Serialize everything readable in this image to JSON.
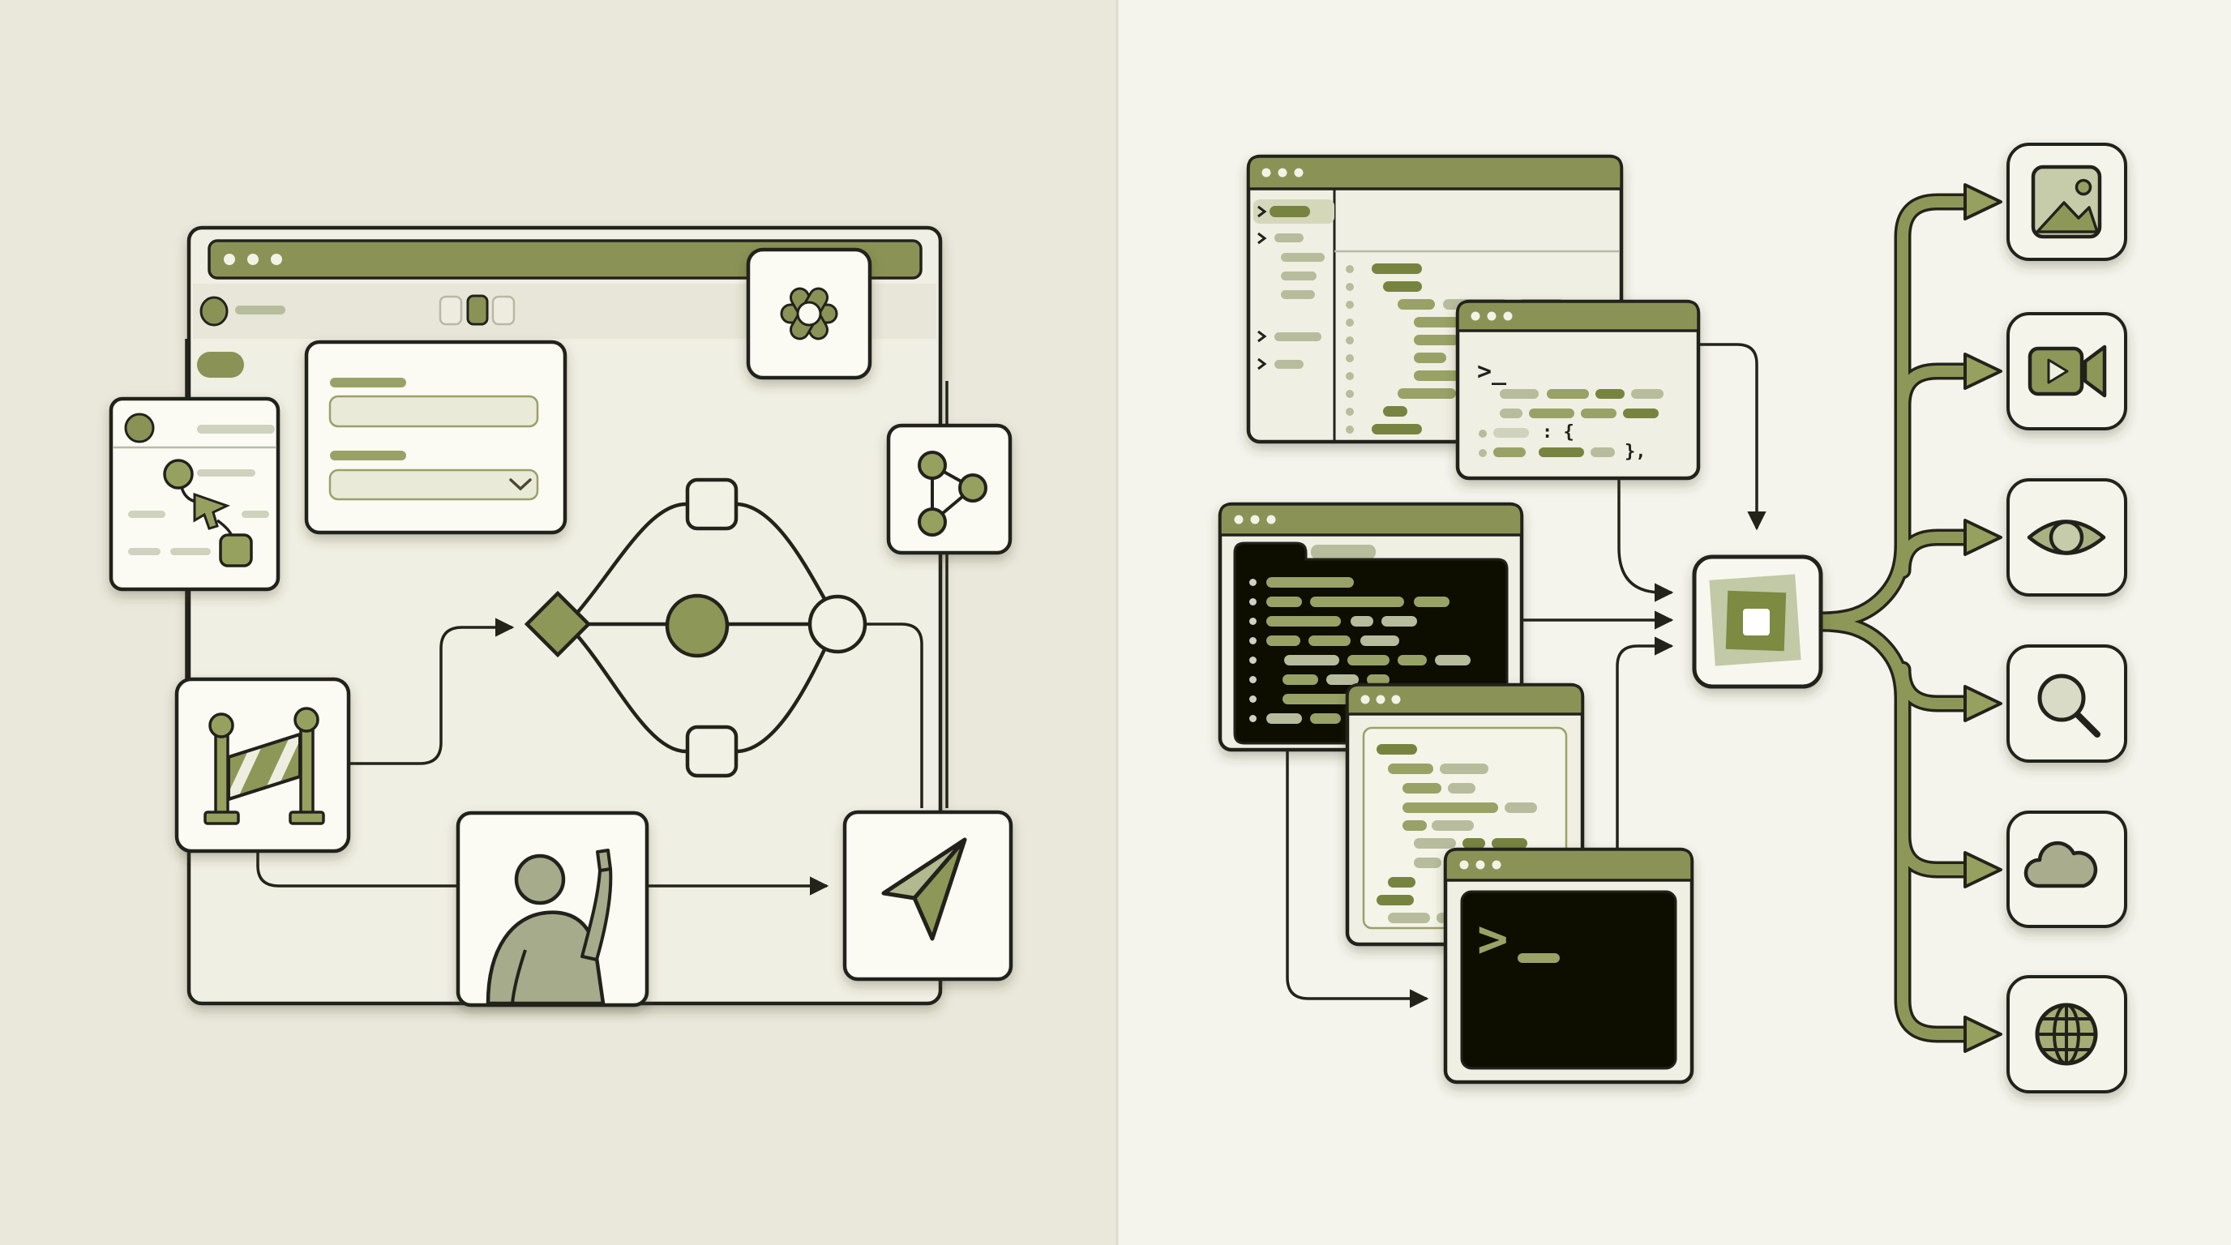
{
  "colors": {
    "ink": "#23231a",
    "olive": "#8a9355",
    "shape": "#8d9858",
    "sage": "#b7bd9c",
    "window": "#f0efe3",
    "card": "#fbfbf4",
    "dark": "#0b0b06",
    "paper_left": "#e9e8db",
    "paper_right": "#f4f4ec",
    "bar_d": "#77843f",
    "bar_m": "#99a266",
    "bar_l": "#b7bd9c",
    "bar_p": "#cfd2bd",
    "accent_white": "#ffffff"
  },
  "left_panel": {
    "browser": {
      "window_controls": "three-dots",
      "logo_icon": "openai-logo",
      "toolbar_buttons": [
        "segment-left",
        "segment-middle-active",
        "segment-right"
      ],
      "form": {
        "field_count": 2,
        "control_types": [
          "text-input",
          "dropdown-select"
        ]
      }
    },
    "flowchart_nodes": [
      "decision-diamond",
      "task-square-top",
      "process-circle",
      "task-square-bottom",
      "end-circle"
    ],
    "tiles": [
      "mini-board-card",
      "barrier-tile",
      "person-pointing-tile",
      "send-plane-tile",
      "share-network-tile"
    ]
  },
  "right_panel": {
    "windows": [
      "code-editor-with-sidebar",
      "mini-terminal",
      "dark-code-window",
      "light-code-window",
      "terminal-window"
    ],
    "processor_node": "layered-squares-core",
    "outputs": [
      {
        "icon": "image-icon"
      },
      {
        "icon": "video-icon"
      },
      {
        "icon": "eye-icon"
      },
      {
        "icon": "search-icon"
      },
      {
        "icon": "cloud-icon"
      },
      {
        "icon": "globe-icon"
      }
    ]
  },
  "terminal_small": {
    "prompt": ">_",
    "tokens": {
      "colon_brace": ": {",
      "close_brace": "},"
    }
  },
  "terminal_bottom": {
    "prompt": ">"
  },
  "decor": {
    "browser_misc": [
      [
        290,
        377,
        62,
        11,
        "l"
      ]
    ],
    "form_labels": [
      [
        407,
        466,
        94,
        12,
        "m"
      ],
      [
        407,
        556,
        94,
        12,
        "m"
      ]
    ],
    "minicard_bars": [
      [
        243,
        524,
        96,
        11,
        "p"
      ],
      [
        243,
        579,
        72,
        9,
        "p"
      ],
      [
        158,
        630,
        46,
        9,
        "p"
      ],
      [
        298,
        630,
        34,
        9,
        "p"
      ],
      [
        158,
        676,
        40,
        9,
        "p"
      ],
      [
        210,
        676,
        50,
        9,
        "p"
      ]
    ],
    "editor_sidebar": [
      [
        1566,
        254,
        50,
        14,
        "d"
      ],
      [
        1572,
        288,
        36,
        11,
        "l"
      ],
      [
        1580,
        312,
        54,
        11,
        "l"
      ],
      [
        1580,
        335,
        44,
        11,
        "l"
      ],
      [
        1580,
        358,
        42,
        11,
        "l"
      ],
      [
        1572,
        410,
        58,
        11,
        "l"
      ],
      [
        1572,
        444,
        36,
        11,
        "l"
      ]
    ],
    "editor_code": [
      [
        1660,
        327,
        10,
        10,
        "l"
      ],
      [
        1692,
        325,
        62,
        13,
        "d"
      ],
      [
        1660,
        349,
        10,
        10,
        "l"
      ],
      [
        1706,
        347,
        48,
        13,
        "d"
      ],
      [
        1660,
        371,
        10,
        10,
        "l"
      ],
      [
        1724,
        369,
        46,
        13,
        "m"
      ],
      [
        1780,
        369,
        80,
        13,
        "l"
      ],
      [
        1872,
        369,
        58,
        13,
        "l"
      ],
      [
        1660,
        393,
        10,
        10,
        "l"
      ],
      [
        1744,
        391,
        120,
        13,
        "m"
      ],
      [
        1876,
        391,
        62,
        13,
        "l"
      ],
      [
        1660,
        415,
        10,
        10,
        "l"
      ],
      [
        1744,
        413,
        56,
        13,
        "m"
      ],
      [
        1812,
        413,
        70,
        13,
        "m"
      ],
      [
        1660,
        437,
        10,
        10,
        "l"
      ],
      [
        1744,
        435,
        40,
        13,
        "m"
      ],
      [
        1796,
        435,
        24,
        13,
        "l"
      ],
      [
        1660,
        459,
        10,
        10,
        "l"
      ],
      [
        1744,
        457,
        110,
        13,
        "m"
      ],
      [
        1660,
        481,
        10,
        10,
        "l"
      ],
      [
        1724,
        479,
        72,
        13,
        "m"
      ],
      [
        1806,
        479,
        40,
        13,
        "l"
      ],
      [
        1660,
        503,
        10,
        10,
        "l"
      ],
      [
        1706,
        501,
        30,
        13,
        "d"
      ],
      [
        1660,
        525,
        10,
        10,
        "l"
      ],
      [
        1692,
        523,
        62,
        13,
        "d"
      ]
    ],
    "mini_terminal": [
      [
        1850,
        480,
        48,
        12,
        "l"
      ],
      [
        1908,
        480,
        52,
        12,
        "m"
      ],
      [
        1968,
        480,
        36,
        12,
        "d"
      ],
      [
        2012,
        480,
        40,
        12,
        "l"
      ],
      [
        1850,
        504,
        28,
        12,
        "l"
      ],
      [
        1886,
        504,
        56,
        12,
        "m"
      ],
      [
        1950,
        504,
        44,
        12,
        "m"
      ],
      [
        2002,
        504,
        44,
        12,
        "d"
      ],
      [
        1824,
        530,
        10,
        10,
        "l"
      ],
      [
        1842,
        528,
        44,
        12,
        "p"
      ],
      [
        1824,
        554,
        10,
        10,
        "l"
      ],
      [
        1842,
        552,
        40,
        12,
        "m"
      ],
      [
        1898,
        552,
        56,
        12,
        "d"
      ],
      [
        1962,
        552,
        30,
        12,
        "l"
      ]
    ],
    "dark_code": [
      [
        1541,
        714,
        9,
        9,
        "p"
      ],
      [
        1562,
        712,
        108,
        13,
        "m"
      ],
      [
        1541,
        738,
        9,
        9,
        "p"
      ],
      [
        1562,
        736,
        44,
        13,
        "m"
      ],
      [
        1616,
        736,
        116,
        13,
        "m"
      ],
      [
        1744,
        736,
        44,
        13,
        "m"
      ],
      [
        1541,
        762,
        9,
        9,
        "p"
      ],
      [
        1562,
        760,
        92,
        13,
        "m"
      ],
      [
        1666,
        760,
        28,
        13,
        "l"
      ],
      [
        1704,
        760,
        44,
        13,
        "l"
      ],
      [
        1541,
        786,
        9,
        9,
        "p"
      ],
      [
        1562,
        784,
        42,
        13,
        "m"
      ],
      [
        1614,
        784,
        52,
        13,
        "m"
      ],
      [
        1678,
        784,
        48,
        13,
        "l"
      ],
      [
        1541,
        810,
        9,
        9,
        "p"
      ],
      [
        1584,
        808,
        68,
        13,
        "l"
      ],
      [
        1662,
        808,
        52,
        13,
        "m"
      ],
      [
        1724,
        808,
        36,
        13,
        "m"
      ],
      [
        1770,
        808,
        44,
        13,
        "l"
      ],
      [
        1541,
        834,
        9,
        9,
        "p"
      ],
      [
        1582,
        832,
        44,
        13,
        "m"
      ],
      [
        1636,
        832,
        40,
        13,
        "l"
      ],
      [
        1686,
        832,
        28,
        13,
        "m"
      ],
      [
        1541,
        858,
        9,
        9,
        "p"
      ],
      [
        1582,
        856,
        100,
        13,
        "m"
      ],
      [
        1692,
        858,
        10,
        10,
        "m"
      ],
      [
        1712,
        856,
        40,
        13,
        "m"
      ],
      [
        1541,
        882,
        9,
        9,
        "p"
      ],
      [
        1562,
        880,
        44,
        13,
        "l"
      ],
      [
        1616,
        880,
        38,
        13,
        "m"
      ]
    ],
    "light_code": [
      [
        1698,
        918,
        50,
        13,
        "d"
      ],
      [
        1712,
        942,
        56,
        13,
        "m"
      ],
      [
        1776,
        942,
        60,
        13,
        "l"
      ],
      [
        1730,
        966,
        48,
        13,
        "m"
      ],
      [
        1786,
        966,
        34,
        13,
        "l"
      ],
      [
        1730,
        990,
        118,
        13,
        "m"
      ],
      [
        1856,
        990,
        40,
        13,
        "l"
      ],
      [
        1730,
        1012,
        30,
        13,
        "m"
      ],
      [
        1766,
        1012,
        52,
        13,
        "l"
      ],
      [
        1744,
        1034,
        52,
        13,
        "l"
      ],
      [
        1804,
        1034,
        28,
        13,
        "d"
      ],
      [
        1840,
        1034,
        44,
        13,
        "d"
      ],
      [
        1744,
        1058,
        34,
        13,
        "l"
      ],
      [
        1786,
        1058,
        60,
        13,
        "l"
      ],
      [
        1712,
        1082,
        34,
        13,
        "d"
      ],
      [
        1698,
        1104,
        46,
        13,
        "d"
      ],
      [
        1712,
        1126,
        52,
        13,
        "l"
      ],
      [
        1772,
        1126,
        18,
        13,
        "l"
      ]
    ]
  }
}
